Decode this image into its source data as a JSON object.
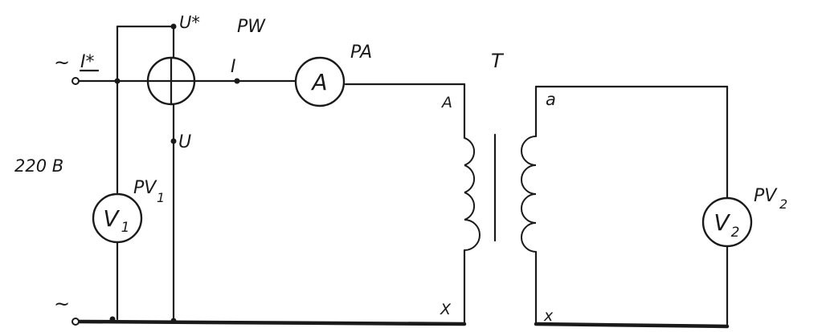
{
  "labels": {
    "ac_top": "~",
    "ac_bottom": "~",
    "current_star": "I*",
    "current": "I",
    "voltage_star": "U*",
    "voltage": "U",
    "wattmeter": "PW",
    "ammeter": "PA",
    "ammeter_symbol": "A",
    "transformer": "T",
    "primary_start": "A",
    "primary_end": "X",
    "secondary_start": "a",
    "secondary_end": "x",
    "supply_voltage": "220 В",
    "voltmeter1_name": "PV",
    "voltmeter1_sub": "1",
    "voltmeter1_symbol": "V",
    "voltmeter1_symbol_sub": "1",
    "voltmeter2_name": "PV",
    "voltmeter2_sub": "2",
    "voltmeter2_symbol": "V",
    "voltmeter2_symbol_sub": "2"
  }
}
